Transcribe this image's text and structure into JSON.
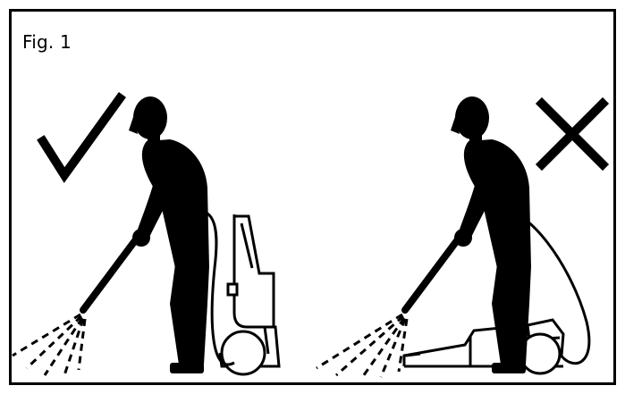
{
  "figure": {
    "label": "Fig. 1"
  },
  "panels": [
    {
      "id": "correct",
      "mark_icon": "check-mark-icon",
      "scene": "person-spraying-with-upright-pressure-washer"
    },
    {
      "id": "incorrect",
      "mark_icon": "cross-mark-icon",
      "scene": "person-spraying-with-pressure-washer-lying-flat"
    }
  ],
  "colors": {
    "ink": "#000000",
    "paper": "#ffffff"
  }
}
